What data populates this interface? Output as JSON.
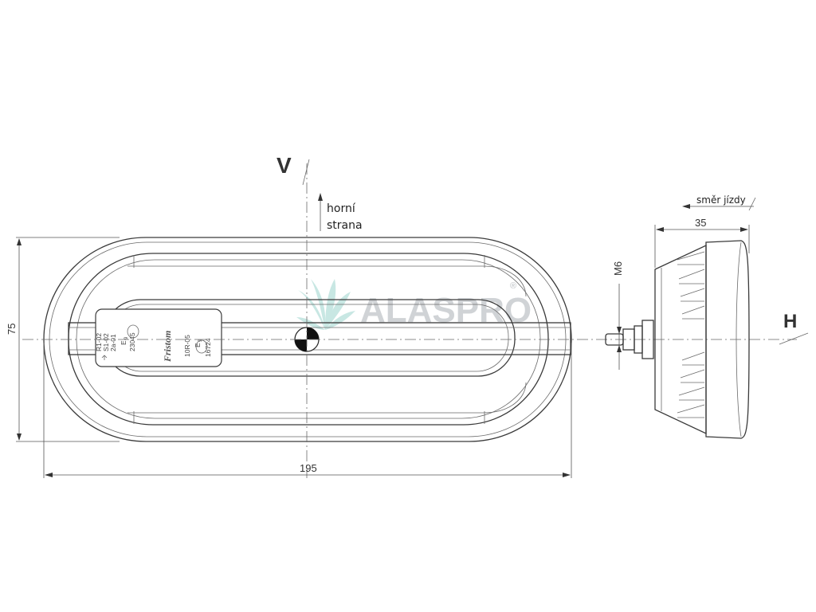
{
  "labels": {
    "vertical_axis": "V",
    "horizontal_axis": "H",
    "top_side_line1": "horní",
    "top_side_line2": "strana",
    "direction_of_travel": "směr jízdy"
  },
  "dimensions": {
    "width": "195",
    "height": "75",
    "depth": "35",
    "thread": "M6"
  },
  "homologation_label": {
    "col1": [
      "R1-02",
      "S1-02",
      "2a-01"
    ],
    "col1_mark": "E",
    "col1_mark_sub": "9",
    "col1_number": "23045",
    "col2": [
      "10R-05"
    ],
    "col2_mark": "E",
    "col2_mark_sub": "9",
    "col2_number": "16724",
    "brand": "Fristom"
  },
  "watermark": {
    "text": "ALASPRO",
    "registered": "®"
  }
}
